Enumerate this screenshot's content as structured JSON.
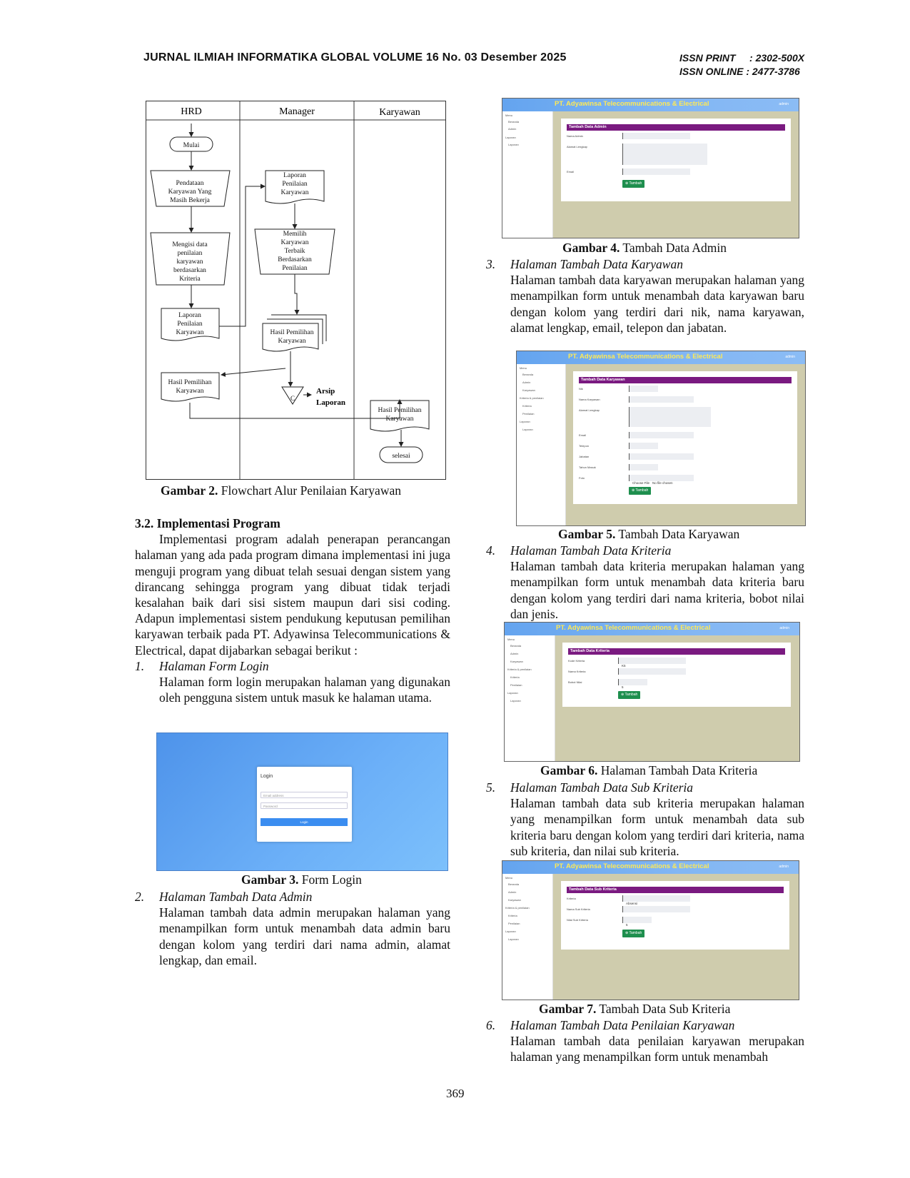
{
  "header": {
    "journal": "JURNAL ILMIAH  INFORMATIKA GLOBAL VOLUME 16 No. 03 Desember 2025",
    "issn_print": "ISSN PRINT     : 2302-500X",
    "issn_online": "ISSN ONLINE : 2477-3786"
  },
  "flowchart": {
    "lanes": [
      "HRD",
      "Manager",
      "Karyawan"
    ],
    "mulai": "Mulai",
    "pendataan": [
      "Pendataan",
      "Karyawan Yang",
      "Masih Bekerja"
    ],
    "mengisi": [
      "Mengisi data",
      "penilaian",
      "karyawan",
      "berdasarkan",
      "Kriteria"
    ],
    "laporan_hrd": [
      "Laporan",
      "Penilaian",
      "Karyawan"
    ],
    "hasil_hrd": [
      "Hasil Pemilihan",
      "Karyawan"
    ],
    "laporan_mgr": [
      "Laporan",
      "Penilaian",
      "Karyawan"
    ],
    "memilih": [
      "Memilih",
      "Karyawan",
      "Terbaik",
      "Berdasarkan",
      "Penilaian"
    ],
    "hasil_mgr": [
      "Hasil Pemilihan",
      "Karyawan"
    ],
    "arsip_c": "C",
    "arsip": [
      "Arsip",
      "Laporan"
    ],
    "hasil_kar": [
      "Hasil Pemilihan",
      "Karyawan"
    ],
    "selesai": "selesai"
  },
  "captions": {
    "g2_b": "Gambar 2.",
    "g2": " Flowchart Alur Penilaian Karyawan",
    "g3_b": "Gambar 3.",
    "g3": " Form Login",
    "g4_b": "Gambar 4.",
    "g4": " Tambah Data Admin",
    "g5_b": "Gambar 5.",
    "g5": " Tambah Data Karyawan",
    "g6_b": "Gambar 6.",
    "g6": " Halaman Tambah Data Kriteria",
    "g7_b": "Gambar 7.",
    "g7": " Tambah Data Sub Kriteria"
  },
  "left": {
    "section": "3.2. Implementasi Program",
    "intro": "Implementasi program adalah penerapan perancangan halaman yang ada pada program dimana implementasi ini juga menguji program yang dibuat telah sesuai dengan sistem yang dirancang sehingga program yang dibuat tidak terjadi kesalahan baik dari sisi sistem maupun dari sisi coding. Adapun implementasi sistem pendukung keputusan pemilihan karyawan terbaik pada PT. Adyawinsa Telecommunications & Electrical, dapat dijabarkan sebagai berikut :",
    "i1_num": "1.",
    "i1_title": "Halaman Form Login",
    "i1_body": "Halaman form login merupakan halaman yang digunakan oleh pengguna sistem untuk masuk ke halaman utama.",
    "i2_num": "2.",
    "i2_title": "Halaman Tambah Data Admin",
    "i2_body": "Halaman tambah data admin merupakan halaman yang menampilkan form untuk menambah data admin baru dengan kolom yang terdiri dari nama admin, alamat lengkap, dan email."
  },
  "right": {
    "i3_num": "3.",
    "i3_title": "Halaman Tambah Data Karyawan",
    "i3_body": "Halaman tambah data karyawan merupakan halaman yang menampilkan form untuk menambah data karyawan baru dengan kolom yang terdiri dari nik, nama karyawan, alamat lengkap, email, telepon dan jabatan.",
    "i4_num": "4.",
    "i4_title": "Halaman Tambah Data Kriteria",
    "i4_body": "Halaman tambah data kriteria merupakan halaman yang menampilkan form untuk menambah data kriteria baru dengan kolom yang terdiri dari nama kriteria, bobot nilai dan jenis.",
    "i5_num": "5.",
    "i5_title": "Halaman Tambah Data Sub Kriteria",
    "i5_body": "Halaman tambah data sub kriteria merupakan halaman yang menampilkan form untuk menambah data sub kriteria baru dengan kolom yang terdiri dari kriteria, nama sub kriteria, dan nilai sub kriteria.",
    "i6_num": "6.",
    "i6_title": "Halaman Tambah Data Penilaian Karyawan",
    "i6_body": "Halaman tambah data penilaian karyawan merupakan halaman yang menampilkan form untuk menambah"
  },
  "app": {
    "brand": "PT. Adyawinsa Telecommunications & Electrical",
    "user": "admin",
    "submit": "⊕ Tambah",
    "admin_header": "Tambah Data Admin",
    "admin_fields": [
      "Nama Admin",
      "Alamat Lengkap",
      "Email"
    ],
    "kary_header": "Tambah Data Karyawan",
    "kary_fields": [
      "Nik",
      "Nama Karyawan",
      "Alamat Lengkap",
      "Email",
      "Telepon",
      "Jabatan",
      "Tahun Masuk",
      "Foto"
    ],
    "file_btn": "Choose File",
    "file_none": "No file chosen",
    "krit_header": "Tambah Data Kriteria",
    "krit_fields": [
      "Kode Kriteria",
      "Nama Kriteria",
      "Bobot Nilai"
    ],
    "krit_code": "K5",
    "krit_bobot": "5",
    "sub_header": "Tambah Data Sub Kriteria",
    "sub_fields": [
      "Kriteria",
      "Nama Sub Kriteria",
      "Nilai Sub Kriteria"
    ],
    "sub_krit": "Absensi",
    "sub_nilai": "5",
    "menu": [
      "Menu",
      "Beranda",
      "Admin",
      "Karyawan",
      "Kriteria & penilaian",
      "Kriteria",
      "Penilaian",
      "Laporan",
      "Laporan"
    ]
  },
  "login": {
    "title": "Login",
    "email_ph": "Email address",
    "pass_ph": "Password",
    "button": "Login"
  },
  "page_number": "369"
}
